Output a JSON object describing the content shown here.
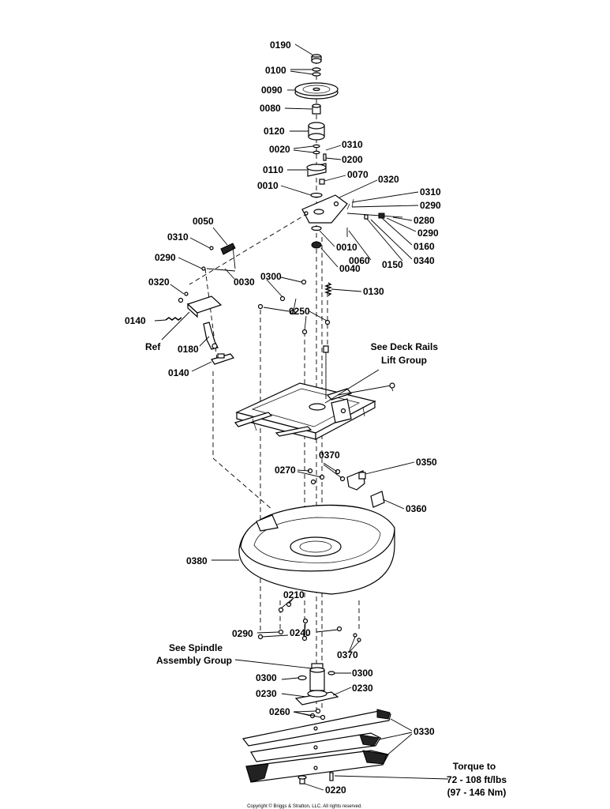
{
  "labels": [
    {
      "text": "0190"
    },
    {
      "text": "0100"
    },
    {
      "text": "0090"
    },
    {
      "text": "0080"
    },
    {
      "text": "0120"
    },
    {
      "text": "0020"
    },
    {
      "text": "0310"
    },
    {
      "text": "0200"
    },
    {
      "text": "0110"
    },
    {
      "text": "0070"
    },
    {
      "text": "0320"
    },
    {
      "text": "0010"
    },
    {
      "text": "0310"
    },
    {
      "text": "0290"
    },
    {
      "text": "0280"
    },
    {
      "text": "0290"
    },
    {
      "text": "0160"
    },
    {
      "text": "0340"
    },
    {
      "text": "0150"
    },
    {
      "text": "0060"
    },
    {
      "text": "0010"
    },
    {
      "text": "0040"
    },
    {
      "text": "0050"
    },
    {
      "text": "0310"
    },
    {
      "text": "0290"
    },
    {
      "text": "0030"
    },
    {
      "text": "0300"
    },
    {
      "text": "0130"
    },
    {
      "text": "0250"
    },
    {
      "text": "0320"
    },
    {
      "text": "0140"
    },
    {
      "text": "Ref"
    },
    {
      "text": "0180"
    },
    {
      "text": "0140"
    },
    {
      "text": "0370"
    },
    {
      "text": "0270"
    },
    {
      "text": "0350"
    },
    {
      "text": "0360"
    },
    {
      "text": "0380"
    },
    {
      "text": "0210"
    },
    {
      "text": "0290"
    },
    {
      "text": "0240"
    },
    {
      "text": "0370"
    },
    {
      "text": "0300"
    },
    {
      "text": "0300"
    },
    {
      "text": "0230"
    },
    {
      "text": "0230"
    },
    {
      "text": "0260"
    },
    {
      "text": "0330"
    },
    {
      "text": "0220"
    }
  ],
  "notes": {
    "deck_rails_line1": "See Deck Rails",
    "deck_rails_line2": "Lift Group",
    "spindle_line1": "See Spindle",
    "spindle_line2": "Assembly Group",
    "torque_line1": "Torque to",
    "torque_line2": "72 - 108 ft/lbs",
    "torque_line3": "(97 - 146 Nm)"
  },
  "copyright": "Copyright © Briggs & Stratton, LLC. All rights reserved."
}
